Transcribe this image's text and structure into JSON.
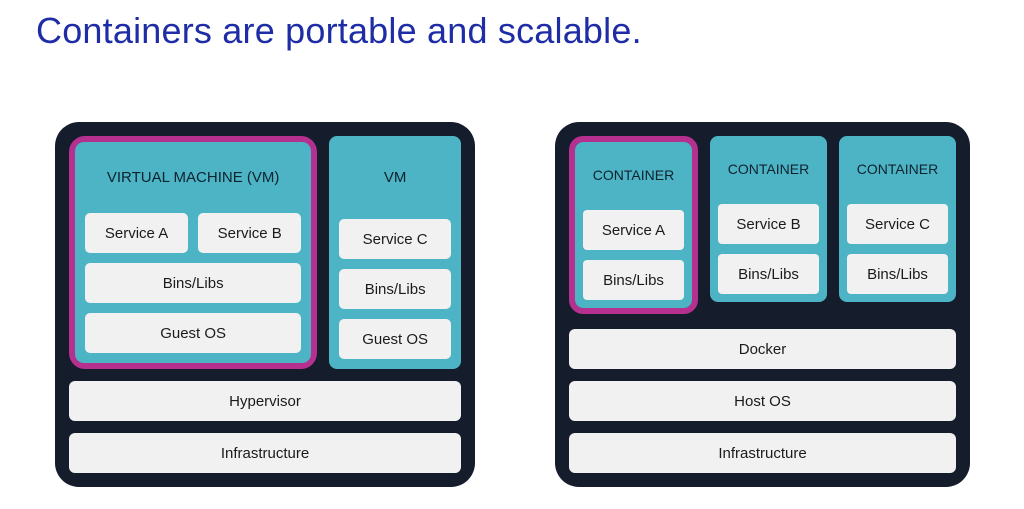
{
  "title": "Containers are portable and scalable.",
  "colors": {
    "title_blue": "#1e2da5",
    "panel_background": "#151c2b",
    "teal": "#4cb4c4",
    "highlight_magenta": "#b5308f",
    "box_white": "#f1f1f1"
  },
  "left_panel": {
    "vm_large": {
      "header": "VIRTUAL MACHINE (VM)",
      "services": [
        "Service A",
        "Service B"
      ],
      "bins": "Bins/Libs",
      "guest_os": "Guest OS"
    },
    "vm_small": {
      "header": "VM",
      "service": "Service C",
      "bins": "Bins/Libs",
      "guest_os": "Guest OS"
    },
    "hypervisor": "Hypervisor",
    "infrastructure": "Infrastructure"
  },
  "right_panel": {
    "containers": [
      {
        "header": "CONTAINER",
        "service": "Service A",
        "bins": "Bins/Libs"
      },
      {
        "header": "CONTAINER",
        "service": "Service B",
        "bins": "Bins/Libs"
      },
      {
        "header": "CONTAINER",
        "service": "Service C",
        "bins": "Bins/Libs"
      }
    ],
    "docker": "Docker",
    "host_os": "Host OS",
    "infrastructure": "Infrastructure"
  }
}
